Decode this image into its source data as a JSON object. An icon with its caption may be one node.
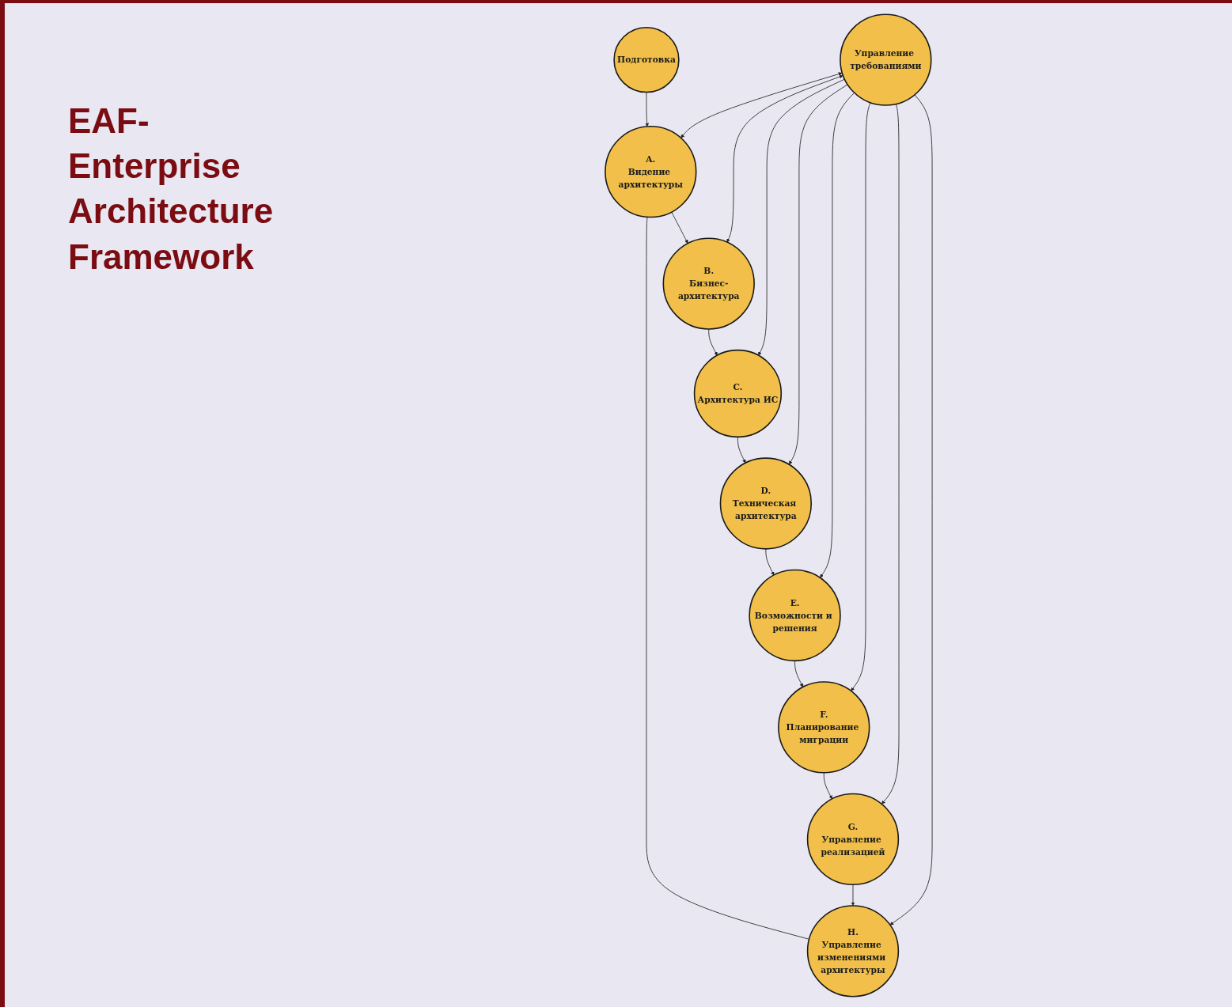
{
  "diagram": {
    "title": "EAF- Enterprise Architecture Framework",
    "nodes": [
      {
        "text": [
          "Подготовка"
        ]
      },
      {
        "text": [
          "A.",
          "Видение архитектуры"
        ]
      },
      {
        "text": [
          "H.",
          "Управление изменениями архитектуры"
        ]
      },
      {
        "text": [
          "B.",
          "Бизнес-архитектура"
        ]
      },
      {
        "text": [
          "Управление требованиями"
        ]
      },
      {
        "text": [
          "C.",
          "Архитектура ИС"
        ]
      },
      {
        "text": [
          "G.",
          "Управление реализацией"
        ]
      },
      {
        "text": [
          "F.",
          "Планирование миграции"
        ]
      },
      {
        "text": [
          "D.",
          "Техническая архитектура"
        ]
      },
      {
        "text": [
          "E.",
          "Возможности и решения"
        ]
      }
    ],
    "edges": [
      {
        "from": 0,
        "to": 1,
        "arrow": "to"
      },
      {
        "from": 1,
        "to": 3,
        "arrow": "to"
      },
      {
        "from": 1,
        "to": 2,
        "arrow": "none"
      },
      {
        "from": 3,
        "to": 5,
        "arrow": "to"
      },
      {
        "from": 5,
        "to": 8,
        "arrow": "to"
      },
      {
        "from": 8,
        "to": 9,
        "arrow": "to"
      },
      {
        "from": 9,
        "to": 7,
        "arrow": "to"
      },
      {
        "from": 7,
        "to": 6,
        "arrow": "to"
      },
      {
        "from": 6,
        "to": 2,
        "arrow": "to"
      },
      {
        "from": 4,
        "to": 1,
        "arrow": "both"
      },
      {
        "from": 4,
        "to": 3,
        "arrow": "both"
      },
      {
        "from": 4,
        "to": 2,
        "arrow": "to"
      },
      {
        "from": 4,
        "to": 6,
        "arrow": "to"
      },
      {
        "from": 4,
        "to": 5,
        "arrow": "to"
      },
      {
        "from": 4,
        "to": 7,
        "arrow": "to"
      },
      {
        "from": 4,
        "to": 9,
        "arrow": "to"
      },
      {
        "from": 4,
        "to": 8,
        "arrow": "to"
      }
    ]
  }
}
